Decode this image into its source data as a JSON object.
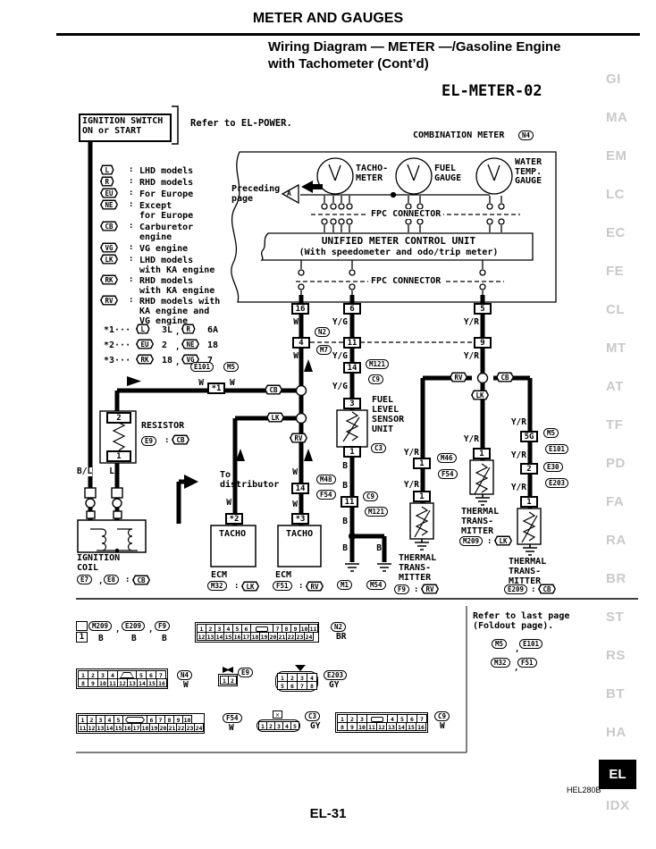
{
  "header": {
    "section": "METER AND GAUGES",
    "title_line1": "Wiring Diagram — METER —/Gasoline Engine",
    "title_line2": "with Tachometer (Cont’d)",
    "code": "EL-METER-02"
  },
  "footer": {
    "doc_code": "HEL280B",
    "page": "EL-31"
  },
  "margin_tabs": [
    "GI",
    "MA",
    "EM",
    "LC",
    "EC",
    "FE",
    "CL",
    "MT",
    "AT",
    "TF",
    "PD",
    "FA",
    "RA",
    "BR",
    "ST",
    "RS",
    "BT",
    "HA",
    "EL",
    "IDX"
  ],
  "margin_active": "EL",
  "ignition": {
    "box_line1": "IGNITION SWITCH",
    "box_line2": "ON or START",
    "note": "Refer to EL-POWER."
  },
  "legend": {
    "colon": ":",
    "comma": ",",
    "items": [
      {
        "sym": "L",
        "text": "LHD models"
      },
      {
        "sym": "R",
        "text": "RHD models"
      },
      {
        "sym": "EU",
        "text": "For Europe"
      },
      {
        "sym": "NE",
        "text": "Except\nfor Europe"
      },
      {
        "sym": "CB",
        "text": "Carburetor\nengine"
      },
      {
        "sym": "VG",
        "text": "VG engine"
      },
      {
        "sym": "LK",
        "text": "LHD models\nwith KA engine"
      },
      {
        "sym": "RK",
        "text": "RHD models\nwith KA engine"
      },
      {
        "sym": "RV",
        "text": "RHD models with\nKA engine and\nVG engine"
      }
    ],
    "notes": [
      {
        "prefix": "*1···",
        "a_sym": "L",
        "a_val": "3L",
        "b_sym": "R",
        "b_val": "6A"
      },
      {
        "prefix": "*2···",
        "a_sym": "EU",
        "a_val": "2",
        "b_sym": "NE",
        "b_val": "18"
      },
      {
        "prefix": "*3···",
        "a_sym": "RK",
        "a_val": "18",
        "b_sym": "VG",
        "b_val": "7"
      }
    ]
  },
  "meter": {
    "title": "COMBINATION METER",
    "ref": "N4",
    "gauge1": "TACHO-\nMETER",
    "gauge2": "FUEL\nGAUGE",
    "gauge3": "WATER\nTEMP.\nGAUGE",
    "preceding": "Preceding\npage",
    "arrow_label": "A",
    "fpc": "FPC CONNECTOR",
    "umcu1": "UNIFIED METER CONTROL UNIT",
    "umcu2": "(With speedometer and odo/trip meter)"
  },
  "diagram": {
    "labels": {
      "w1": "W",
      "w2": "W",
      "w3": "W",
      "w4": "W",
      "w5": "W",
      "w6": "W",
      "w7": "W",
      "yg1": "Y/G",
      "yg2": "Y/G",
      "yg3": "Y/G",
      "yr1": "Y/R",
      "yr2": "Y/R",
      "yrL1": "Y/R",
      "yrL2": "Y/R",
      "yrM": "Y/R",
      "yrR1": "Y/R",
      "yrR2": "Y/R",
      "yrR3": "Y/R",
      "bb1": "B",
      "bb2": "B",
      "bb3": "B",
      "bb4": "B",
      "bb5": "B",
      "bl": "B/L",
      "ll": "L",
      "c16": "16",
      "c6": "6",
      "c5": "5",
      "c4": "4",
      "c11a": "11",
      "c9p": "9",
      "c14a": "14",
      "c3p": "3",
      "c1s": "1",
      "c11b": "11",
      "c14b": "14",
      "cx1": "*1",
      "cx2": "*2",
      "cx3": "*3",
      "c1La": "1",
      "c1Lb": "1",
      "c1M": "1",
      "c5G": "5G",
      "c2R": "2",
      "c1R": "1",
      "cR2": "2",
      "cR1": "1",
      "rN4": "N4",
      "rN2": "N2",
      "rM7": "M7",
      "rM121a": "M121",
      "rC9a": "C9",
      "rE101a": "E101",
      "rM5a": "M5",
      "rE9": "E9",
      "rM48": "M48",
      "rF54a": "F54",
      "rM46": "M46",
      "rF54b": "F54",
      "rC3": "C3",
      "rC9b": "C9",
      "rM121b": "M121",
      "rM5b": "M5",
      "rE101b": "E101",
      "rE30": "E30",
      "rE203": "E203",
      "rM209": "M209",
      "rF9": "F9",
      "rE209": "E209",
      "rM1": "M1",
      "rM54": "M54",
      "rE7": "E7",
      "rE8": "E8",
      "rM32": "M32",
      "rF51": "F51",
      "vCB1": "CB",
      "vLK1": "LK",
      "vRV1": "RV",
      "vRV2": "RV",
      "vCB2": "CB",
      "vLK2": "LK",
      "vCBr": "CB",
      "vCBc": "CB",
      "vLKe": "LK",
      "vRVe": "RV",
      "vLKt": "LK",
      "vRVt": "RV",
      "vCBt": "CB",
      "pE9": ":",
      "pCm": ",",
      "pCc": ":",
      "pM32": ":",
      "pF51": ":",
      "pM209": ":",
      "pF9": ":",
      "pE209": ":",
      "tRes": "RESISTOR",
      "tFuel": "FUEL\nLEVEL\nSENSOR\nUNIT",
      "tTa1": "TACHO",
      "tTa2": "TACHO",
      "tE1": "ECM",
      "tE2": "ECM",
      "tIgn": "IGNITION\nCOIL",
      "tDist": "To\ndistributor",
      "tTTL": "THERMAL\nTRANS-\nMITTER",
      "tTTM": "THERMAL\nTRANS-\nMITTER",
      "tTTR": "THERMAL\nTRANS-\nMITTER",
      "rM209b": "M209",
      "rE209b": "E209",
      "rF9b": "F9",
      "pB1": ",",
      "pB2": ",",
      "wB1": "B",
      "wB2": "B",
      "wB3": "B",
      "rN2b": "N2",
      "wBR": "BR",
      "rN4b": "N4",
      "wW1": "W",
      "rE9b": "E9",
      "rE203c": "E203",
      "wGY1": "GY",
      "rF54c": "F54",
      "wW2": "W",
      "rC3b": "C3",
      "wGY2": "GY",
      "rC9c": "C9",
      "wW3": "W",
      "tNote": "Refer to last page\n(Foldout page).",
      "rM5c": "M5",
      "rE101c": "E101",
      "pN1": ",",
      "rM32b": "M32",
      "rF51b": "F51",
      "pN2": ",",
      "gb1": "1"
    }
  },
  "bottom_connectors": [
    {
      "id": "N2",
      "rows": [
        [
          "1",
          "2",
          "3",
          "4",
          "5",
          "6",
          "#blank26",
          "7",
          "8",
          "9",
          "10",
          "11"
        ],
        [
          "12",
          "13",
          "14",
          "15",
          "16",
          "17",
          "18",
          "19",
          "20",
          "21",
          "22",
          "23",
          "24"
        ]
      ]
    },
    {
      "id": "N4",
      "rows": [
        [
          "1",
          "2",
          "3",
          "4",
          "#trap22",
          "5",
          "6",
          "7"
        ],
        [
          "8",
          "9",
          "10",
          "11",
          "12",
          "13",
          "14",
          "15",
          "16"
        ]
      ]
    },
    {
      "id": "E9",
      "rows": [
        [
          "1",
          "2"
        ]
      ]
    },
    {
      "id": "E203",
      "rows": [
        [
          "1",
          "2",
          "3",
          "4"
        ],
        [
          "5",
          "6",
          "7",
          "8"
        ]
      ]
    },
    {
      "id": "F54",
      "rows": [
        [
          "1",
          "2",
          "3",
          "4",
          "5",
          "#lens28",
          "6",
          "7",
          "8",
          "9",
          "10"
        ],
        [
          "11",
          "12",
          "13",
          "14",
          "15",
          "16",
          "17",
          "18",
          "19",
          "20",
          "21",
          "22",
          "23",
          "24"
        ]
      ]
    },
    {
      "id": "C3",
      "rows": [
        [
          "1",
          "2",
          "3",
          "4",
          "5"
        ]
      ]
    },
    {
      "id": "C9",
      "rows": [
        [
          "1",
          "2",
          "3",
          "#blank24",
          "4",
          "5",
          "6",
          "7"
        ],
        [
          "8",
          "9",
          "10",
          "11",
          "12",
          "13",
          "14",
          "15",
          "16"
        ]
      ]
    }
  ]
}
